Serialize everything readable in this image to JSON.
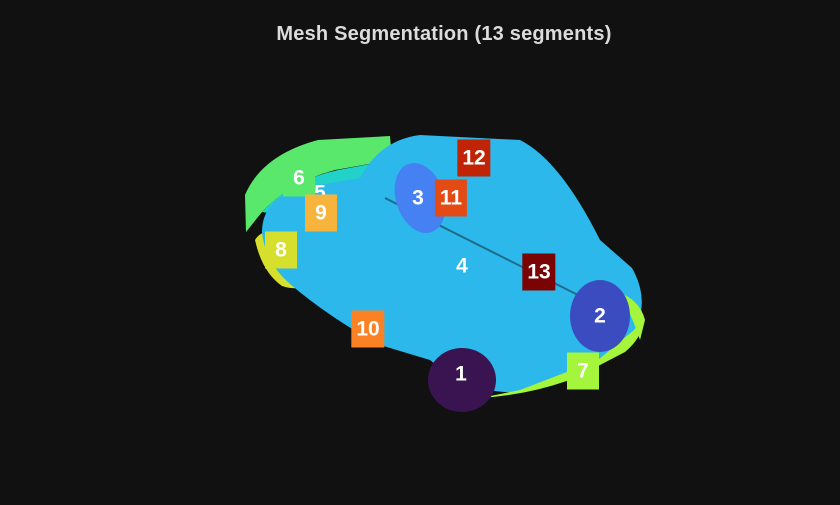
{
  "figure": {
    "title": "Mesh Segmentation (13 segments)",
    "background": "#111111"
  },
  "segments": [
    {
      "id": "1",
      "color": "#3a1450",
      "boxed": false
    },
    {
      "id": "2",
      "color": "#3b4cc0",
      "boxed": false
    },
    {
      "id": "3",
      "color": "#4681f4",
      "boxed": false
    },
    {
      "id": "4",
      "color": "#2cb8ea",
      "boxed": false
    },
    {
      "id": "5",
      "color": "#22d2c8",
      "boxed": false
    },
    {
      "id": "6",
      "color": "#5ae86c",
      "boxed": true
    },
    {
      "id": "7",
      "color": "#a4f53c",
      "boxed": true
    },
    {
      "id": "8",
      "color": "#d6e02c",
      "boxed": true
    },
    {
      "id": "9",
      "color": "#f7b43c",
      "boxed": true
    },
    {
      "id": "10",
      "color": "#fb8224",
      "boxed": true
    },
    {
      "id": "11",
      "color": "#e44a14",
      "boxed": true
    },
    {
      "id": "12",
      "color": "#c02404",
      "boxed": true
    },
    {
      "id": "13",
      "color": "#7a0404",
      "boxed": true
    }
  ]
}
